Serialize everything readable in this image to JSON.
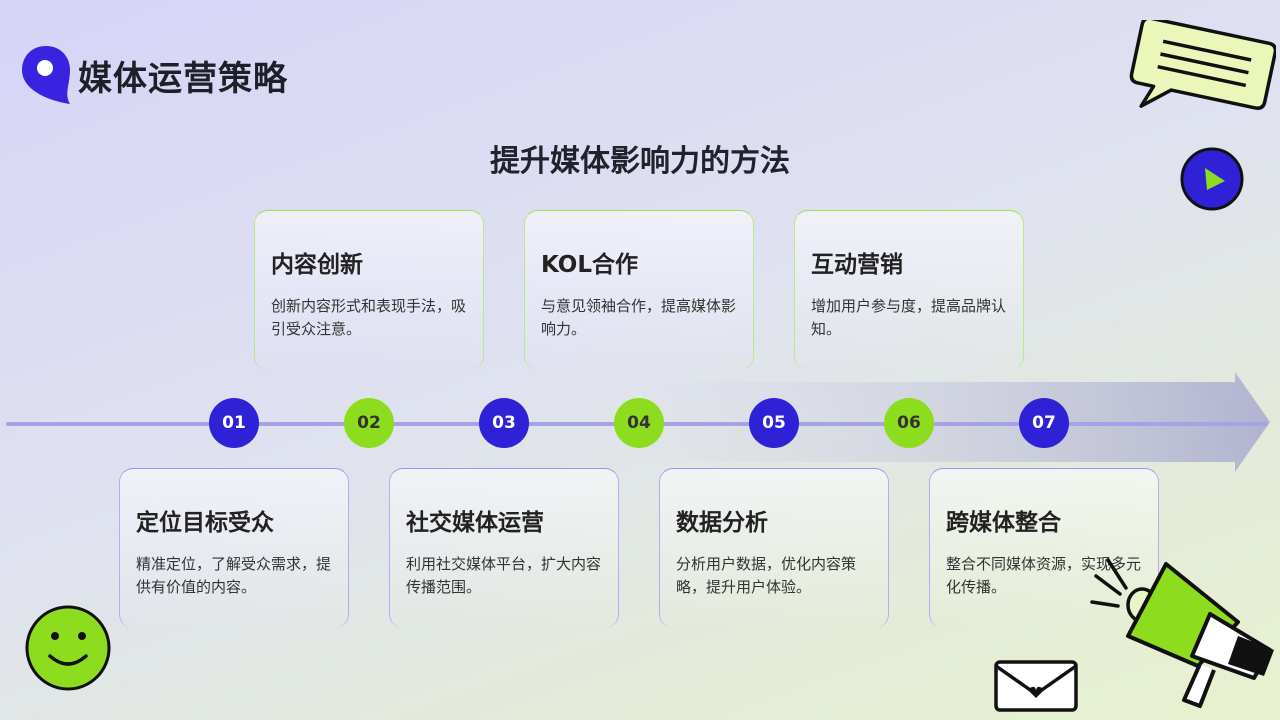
{
  "header": {
    "title": "媒体运营策略"
  },
  "main": {
    "subtitle": "提升媒体影响力的方法"
  },
  "cards_top": [
    {
      "title": "内容创新",
      "desc": "创新内容形式和表现手法，吸引受众注意。"
    },
    {
      "title": "KOL合作",
      "desc": "与意见领袖合作，提高媒体影响力。"
    },
    {
      "title": "互动营销",
      "desc": "增加用户参与度，提高品牌认知。"
    }
  ],
  "cards_bottom": [
    {
      "title": "定位目标受众",
      "desc": "精准定位，了解受众需求，提供有价值的内容。"
    },
    {
      "title": "社交媒体运营",
      "desc": "利用社交媒体平台，扩大内容传播范围。"
    },
    {
      "title": "数据分析",
      "desc": "分析用户数据，优化内容策略，提升用户体验。"
    },
    {
      "title": "跨媒体整合",
      "desc": "整合不同媒体资源，实现多元化传播。"
    }
  ],
  "timeline": {
    "nodes": [
      "01",
      "02",
      "03",
      "04",
      "05",
      "06",
      "07"
    ]
  },
  "icons": [
    "location-pin-icon",
    "chat-bubble-icon",
    "play-icon",
    "smiley-icon",
    "megaphone-icon",
    "envelope-icon"
  ],
  "colors": {
    "accent_blue": "#2f22d6",
    "accent_green": "#8edc1e",
    "text": "#222222"
  }
}
